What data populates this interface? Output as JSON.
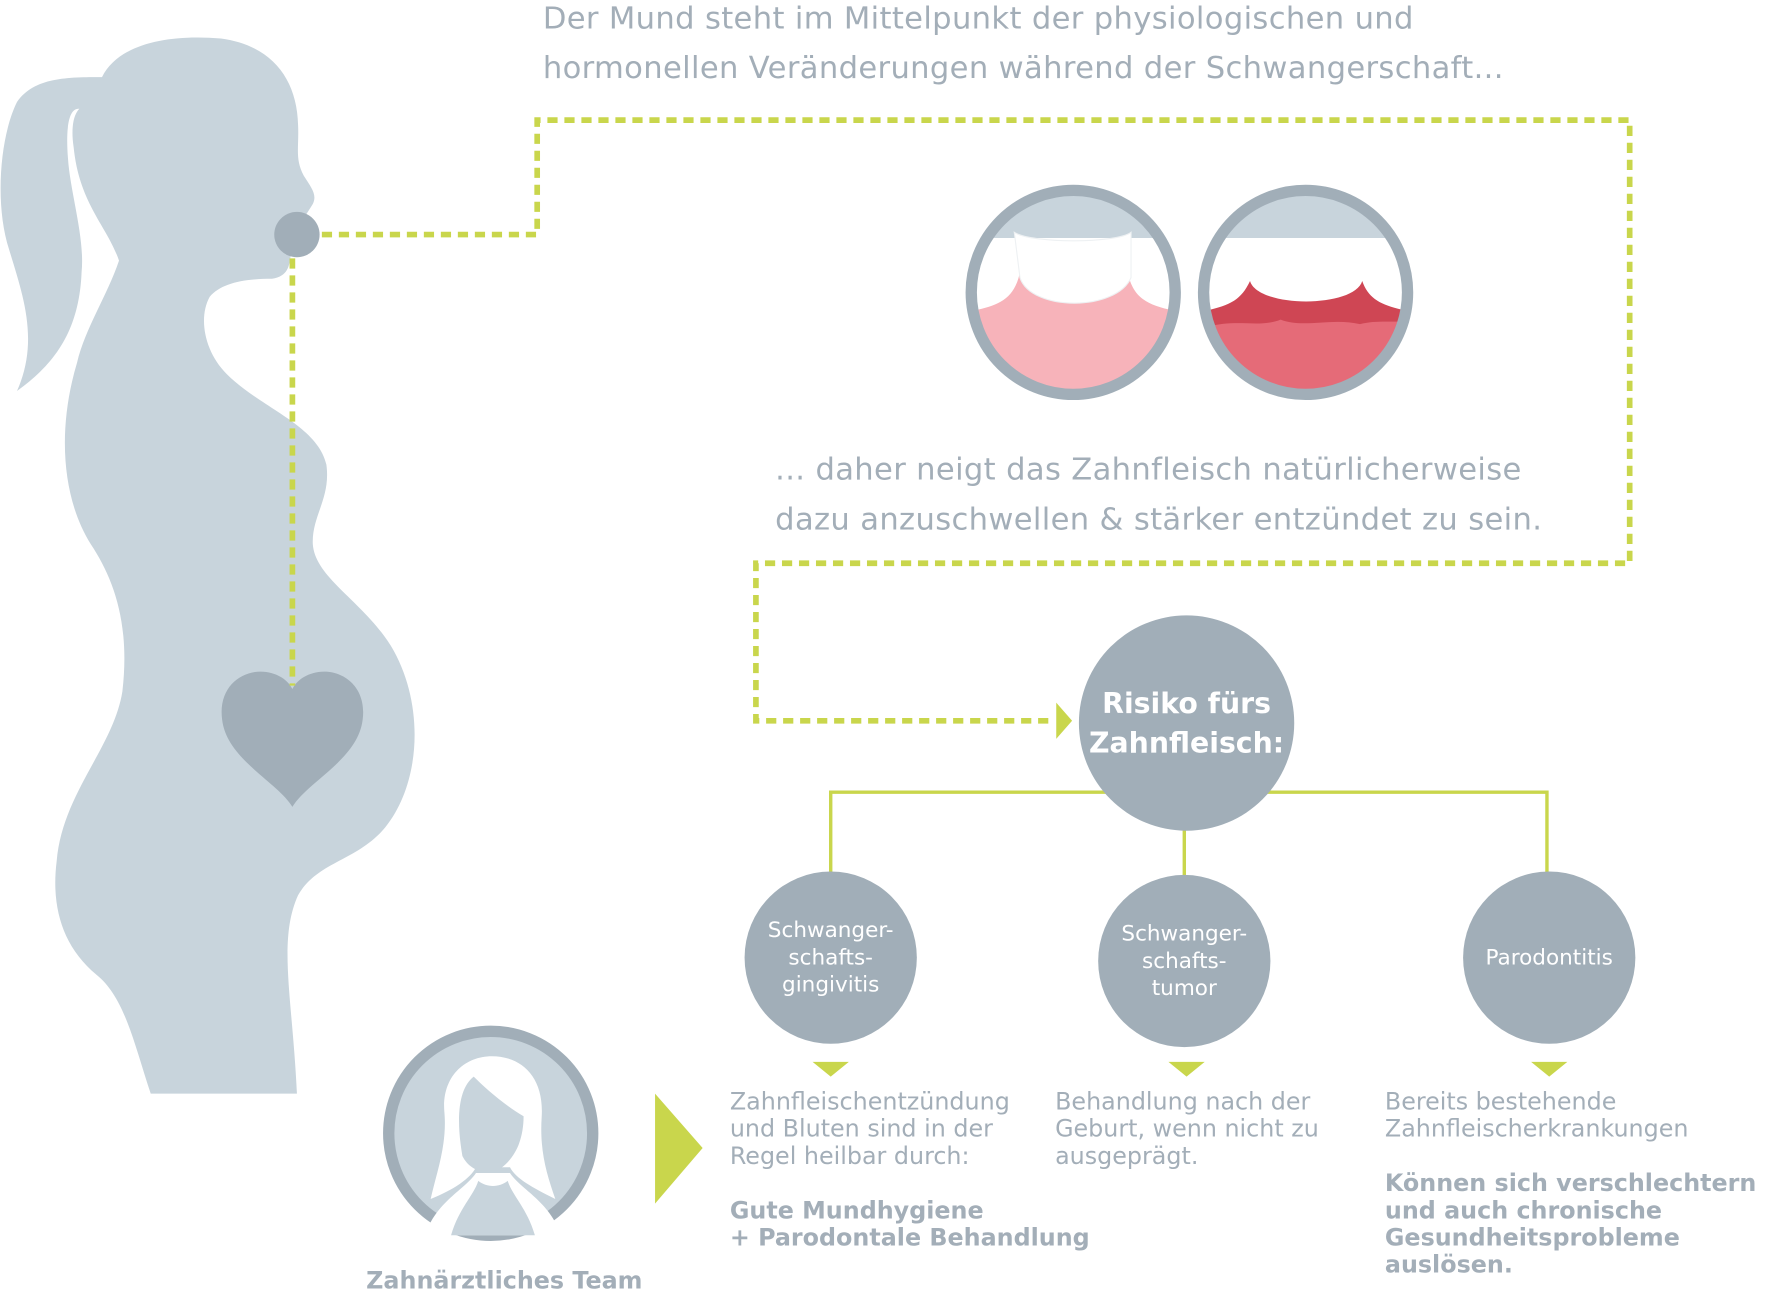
{
  "intro": {
    "line1": "Der Mund steht im Mittelpunkt der physiologischen und",
    "line2": "hormonellen Veränderungen während der Schwangerschaft..."
  },
  "consequence": {
    "line1": "... daher neigt das Zahnfleisch natürlicherweise",
    "line2": "dazu anzuschwellen & stärker entzündet zu sein."
  },
  "risk": {
    "line1": "Risiko fürs",
    "line2": "Zahnfleisch:"
  },
  "risks": [
    {
      "l1": "Schwanger-",
      "l2": "schafts-",
      "l3": "gingivitis"
    },
    {
      "l1": "Schwanger-",
      "l2": "schafts-",
      "l3": "tumor"
    },
    {
      "l1": "Parodontitis"
    }
  ],
  "details": [
    {
      "lines": [
        "Zahnfleischentzündung",
        "und Bluten sind in der",
        "Regel heilbar durch:"
      ],
      "bold": [
        "Gute Mundhygiene",
        "+ Parodontale Behandlung"
      ]
    },
    {
      "lines": [
        "Behandlung nach der",
        "Geburt, wenn nicht zu",
        "ausgeprägt."
      ]
    },
    {
      "lines": [
        "Bereits bestehende",
        "Zahnfleischerkrankungen"
      ],
      "bold": [
        "Können sich verschlechtern",
        "und auch chronische",
        "Gesundheitsprobleme",
        "auslösen."
      ]
    }
  ],
  "team_label": "Zahnärztliches Team",
  "colors": {
    "accent": "#c9d64c",
    "grey": "#a1aeb8",
    "light": "#c8d4dc",
    "gum_healthy": "#f7b3ba",
    "gum_inflamed": "#e56b78",
    "gum_dark": "#cf4654"
  }
}
